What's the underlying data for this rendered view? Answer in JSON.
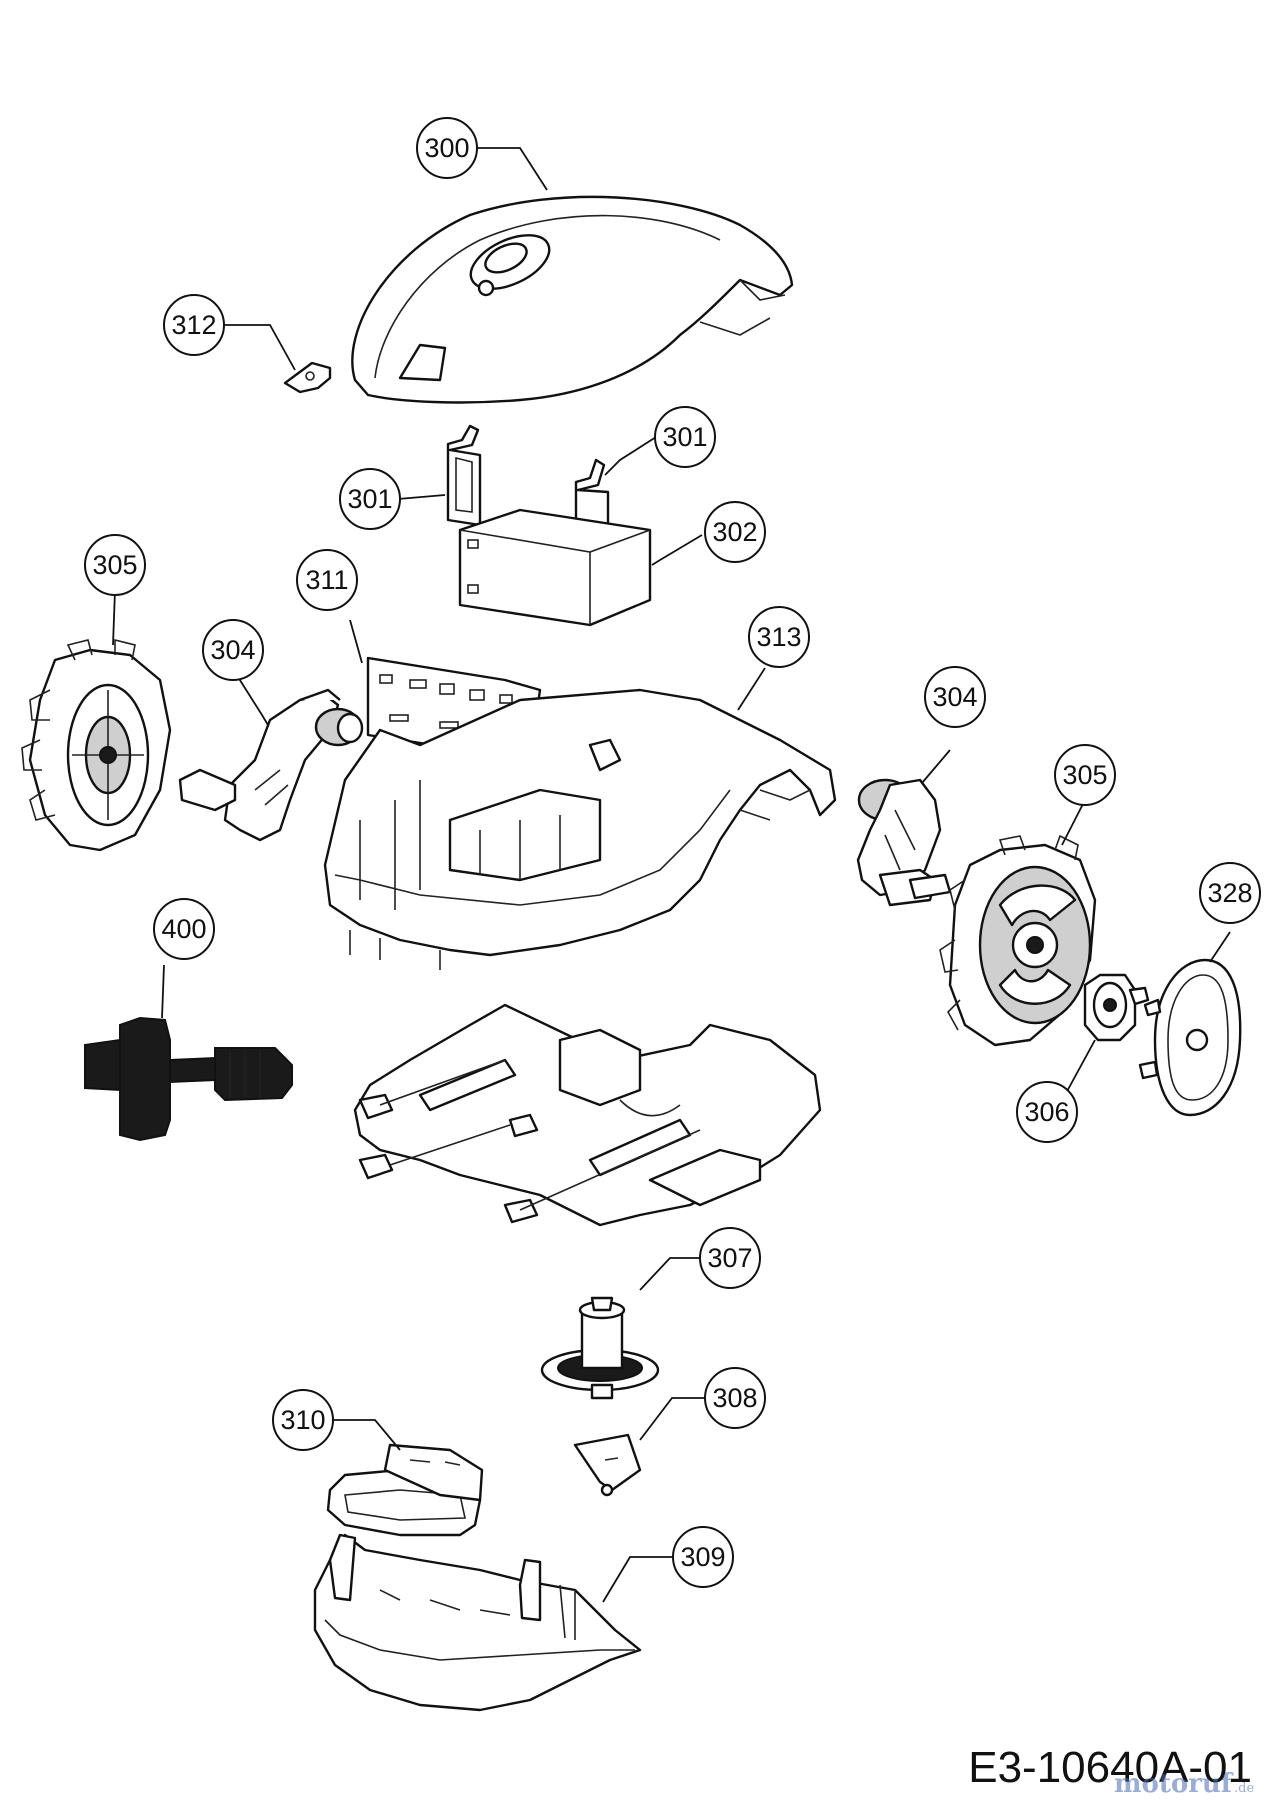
{
  "callouts": [
    {
      "id": "300",
      "label": "300"
    },
    {
      "id": "312",
      "label": "312"
    },
    {
      "id": "301a",
      "label": "301"
    },
    {
      "id": "301b",
      "label": "301"
    },
    {
      "id": "302",
      "label": "302"
    },
    {
      "id": "305a",
      "label": "305"
    },
    {
      "id": "304a",
      "label": "304"
    },
    {
      "id": "311",
      "label": "311"
    },
    {
      "id": "313",
      "label": "313"
    },
    {
      "id": "304b",
      "label": "304"
    },
    {
      "id": "305b",
      "label": "305"
    },
    {
      "id": "328",
      "label": "328"
    },
    {
      "id": "400",
      "label": "400"
    },
    {
      "id": "306",
      "label": "306"
    },
    {
      "id": "307",
      "label": "307"
    },
    {
      "id": "308",
      "label": "308"
    },
    {
      "id": "310",
      "label": "310"
    },
    {
      "id": "309",
      "label": "309"
    }
  ],
  "document_code": "E3-10640A-01",
  "watermark": {
    "brand": "motoruf",
    "suffix": ".de"
  }
}
